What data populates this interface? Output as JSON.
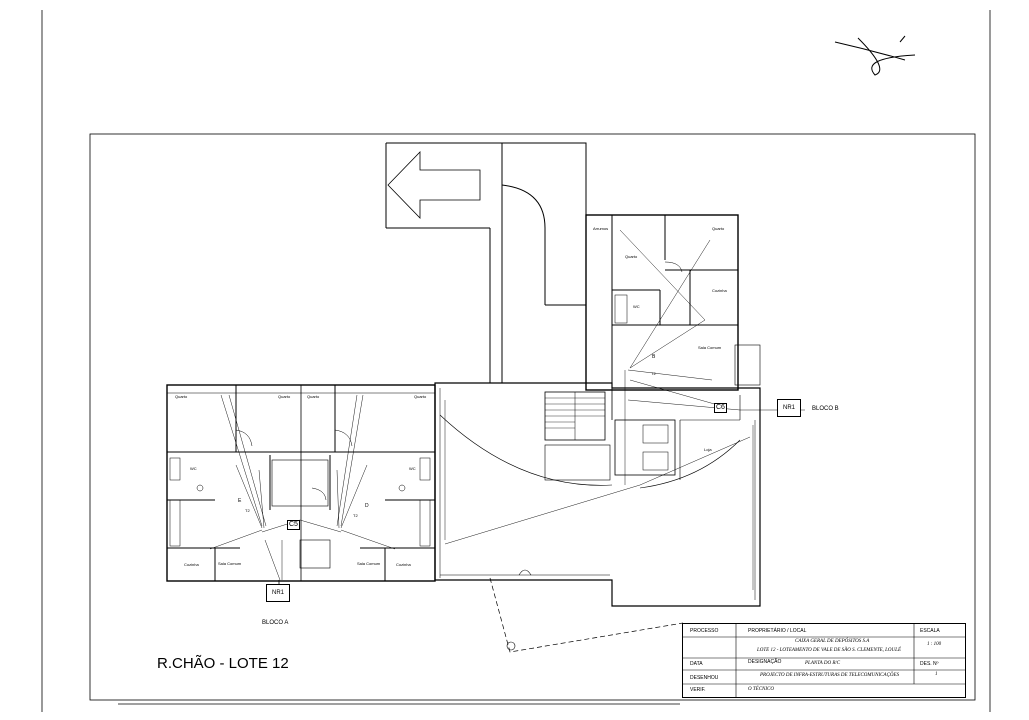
{
  "drawing": {
    "title": "R.CHÃO - LOTE 12",
    "bloco_a": "BLOCO A",
    "bloco_b": "BLOCO B",
    "nr1_a": "NR1",
    "nr1_b": "NR1",
    "cs_a": "C5",
    "cs_b": "C6"
  },
  "rooms": {
    "quarto_a1": "Quarto",
    "quarto_a2": "Quarto",
    "quarto_a3": "Quarto",
    "quarto_a4": "Quarto",
    "wc_a1": "WC",
    "wc_a2": "WC",
    "sala_a1": "Sala Comum",
    "sala_a2": "Sala Comum",
    "cozinha_a1": "Cozinha",
    "cozinha_a2": "Cozinha",
    "quarto_b1": "Quarto",
    "quarto_b2": "Quarto",
    "wc_b": "WC",
    "cozinha_b": "Cozinha",
    "sala_b": "Sala Comum",
    "loja": "Loja",
    "arrumos": "Arrumos",
    "t2_a1": "T2",
    "t2_a2": "T2",
    "t2_b": "T2",
    "e_a": "E",
    "d_a": "D",
    "b_b": "B"
  },
  "title_block": {
    "processo": "PROCESSO",
    "proprietario": "PROPRIETÁRIO / LOCAL",
    "escala": "ESCALA",
    "escala_val": "1 : 100",
    "owner": "CAIXA GERAL DE DEPÓSITOS S.A",
    "location": "LOTE 12 - LOTEAMENTO DE VALE DE SÃO S. CLEMENTE, LOULÉ",
    "data": "DATA",
    "designacao": "DESIGNAÇÃO",
    "planta": "PLANTA DO R/C",
    "des": "DES. Nº",
    "des_val": "1",
    "desenhou": "DESENHOU",
    "projecto": "PROJECTO DE INFRA-ESTRUTURAS DE TELECOMUNICAÇÕES",
    "verif": "VERIF.",
    "tecnico": "O TÉCNICO"
  }
}
